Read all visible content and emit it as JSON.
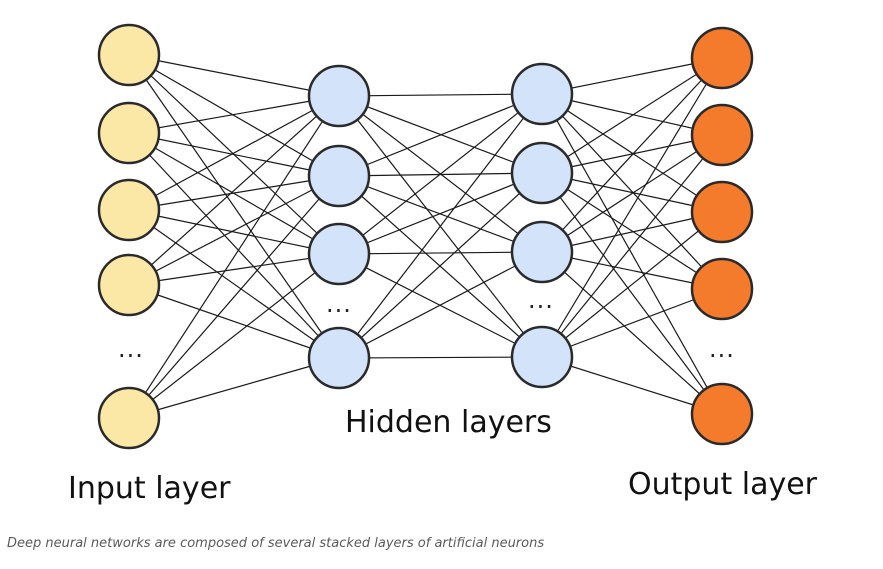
{
  "layers": [
    {
      "id": "input",
      "fill": "#fce8a6",
      "stroke": "#2a2a2a",
      "nodes": 5,
      "ellipsis": "..."
    },
    {
      "id": "hidden1",
      "fill": "#d3e3fa",
      "stroke": "#2a2a2a",
      "nodes": 4,
      "ellipsis": "..."
    },
    {
      "id": "hidden2",
      "fill": "#d3e3fa",
      "stroke": "#2a2a2a",
      "nodes": 4,
      "ellipsis": "..."
    },
    {
      "id": "output",
      "fill": "#f47a2c",
      "stroke": "#2a2a2a",
      "nodes": 5,
      "ellipsis": "..."
    }
  ],
  "labels": {
    "input": "Input layer",
    "hidden": "Hidden layers",
    "output": "Output layer"
  },
  "caption": "Deep neural networks are composed of several stacked layers of artificial neurons"
}
